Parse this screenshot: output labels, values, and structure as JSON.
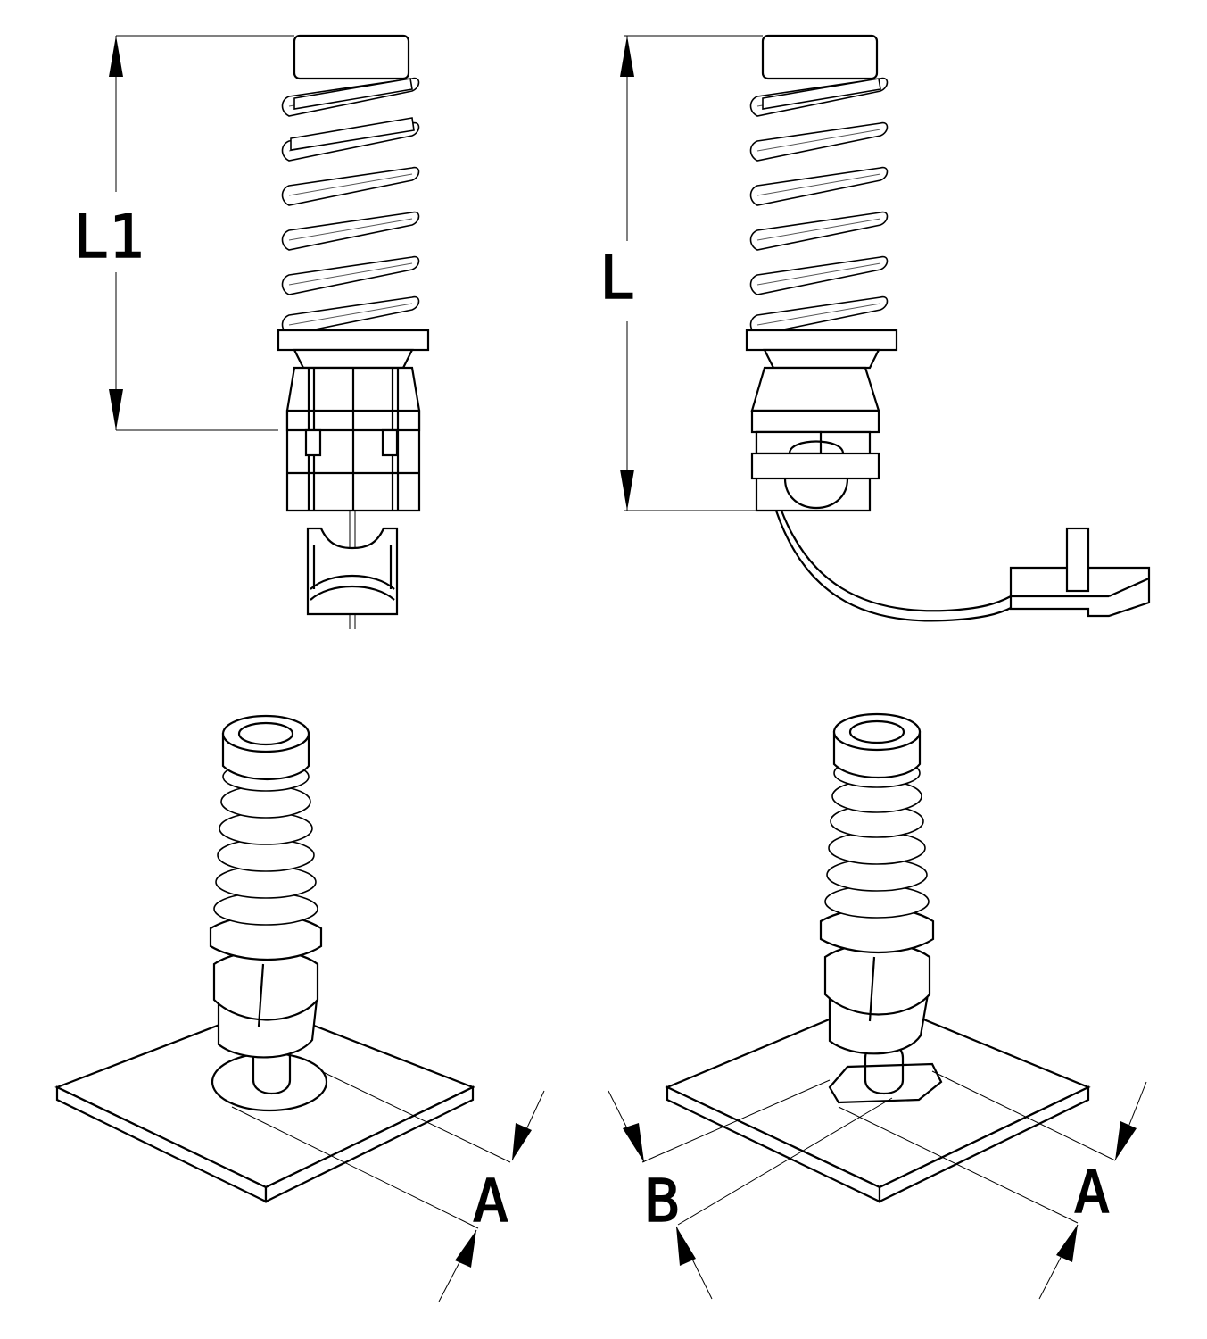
{
  "labels": {
    "view_top_left": "L1",
    "view_top_right": "L",
    "view_bottom_left_a": "A",
    "view_bottom_right_b": "B",
    "view_bottom_right_a": "A"
  },
  "colors": {
    "line": "#000000",
    "background": "#ffffff"
  }
}
